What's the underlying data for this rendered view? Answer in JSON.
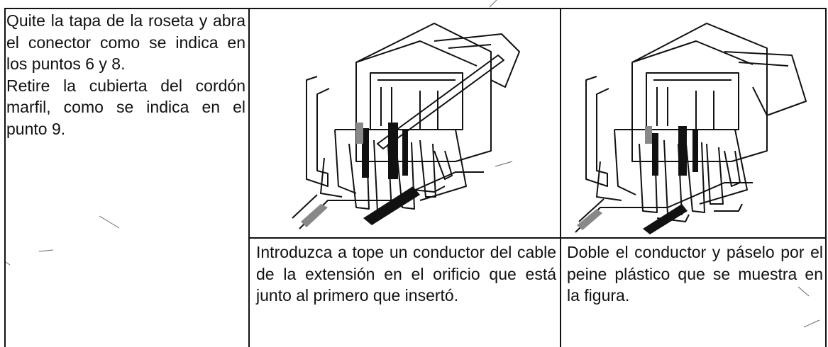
{
  "instructions": {
    "left_cell": {
      "paragraph_1": "Quite la tapa de la roseta y abra el conector como se indica en los puntos 6 y 8.",
      "paragraph_2": "Retire la cubierta del cordón marfil, como se indica en el punto 9."
    },
    "middle_caption": "Introduzca a tope un conductor del cable de la extensión en el orificio que está junto al primero que insertó.",
    "right_caption": "Doble el conductor y páselo por el peine plástico que se muestra en la figura."
  },
  "figures": [
    {
      "icon": "rosette-connector-insert-wire-illustration"
    },
    {
      "icon": "rosette-connector-bend-wire-illustration"
    }
  ]
}
